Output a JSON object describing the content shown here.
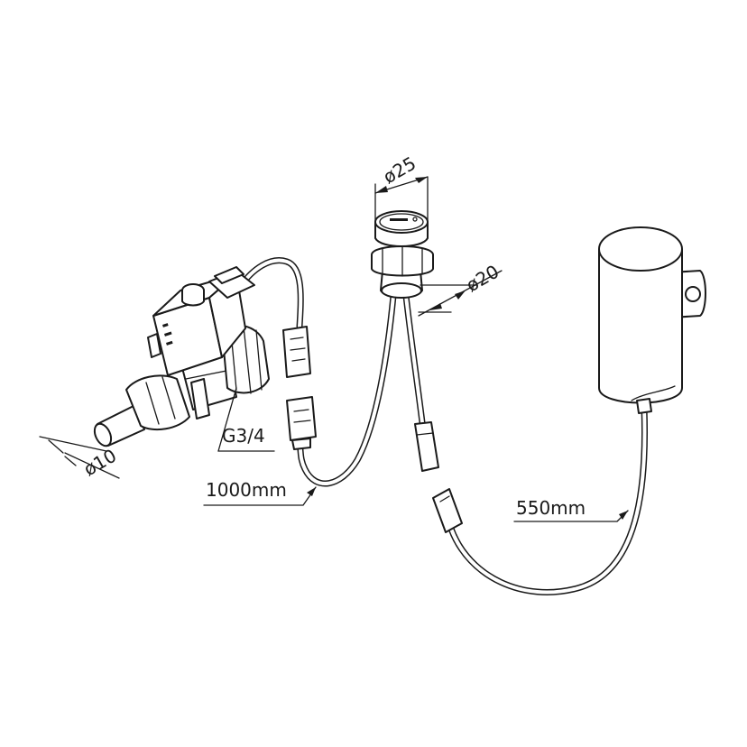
{
  "labels": {
    "d10": "ø10",
    "g34": "G3/4",
    "d25": "ø25",
    "d20": "ø20",
    "len1000": "1000mm",
    "len550": "550mm"
  }
}
